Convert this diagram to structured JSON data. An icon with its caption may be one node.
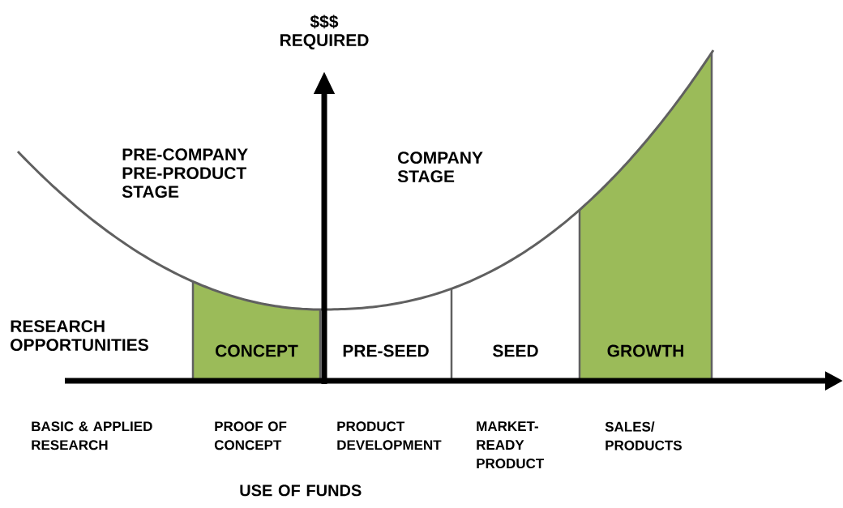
{
  "diagram": {
    "nodes": [
      {
        "text": [
          "CONCEPT"
        ]
      },
      {
        "text": [
          "PRE-SEED"
        ]
      },
      {
        "text": [
          "SEED"
        ]
      },
      {
        "text": [
          "GROWTH"
        ]
      }
    ],
    "labels": [
      "$$$ REQUIRED",
      "PRE-COMPANY PRE-PRODUCT STAGE",
      "COMPANY STAGE",
      "RESEARCH OPPORTUNITIES",
      "BASIC & APPLIED RESEARCH",
      "PROOF OF CONCEPT",
      "PRODUCT DEVELOPMENT",
      "MARKET-READY PRODUCT",
      "SALES/ PRODUCTS",
      "USE OF FUNDS"
    ]
  }
}
